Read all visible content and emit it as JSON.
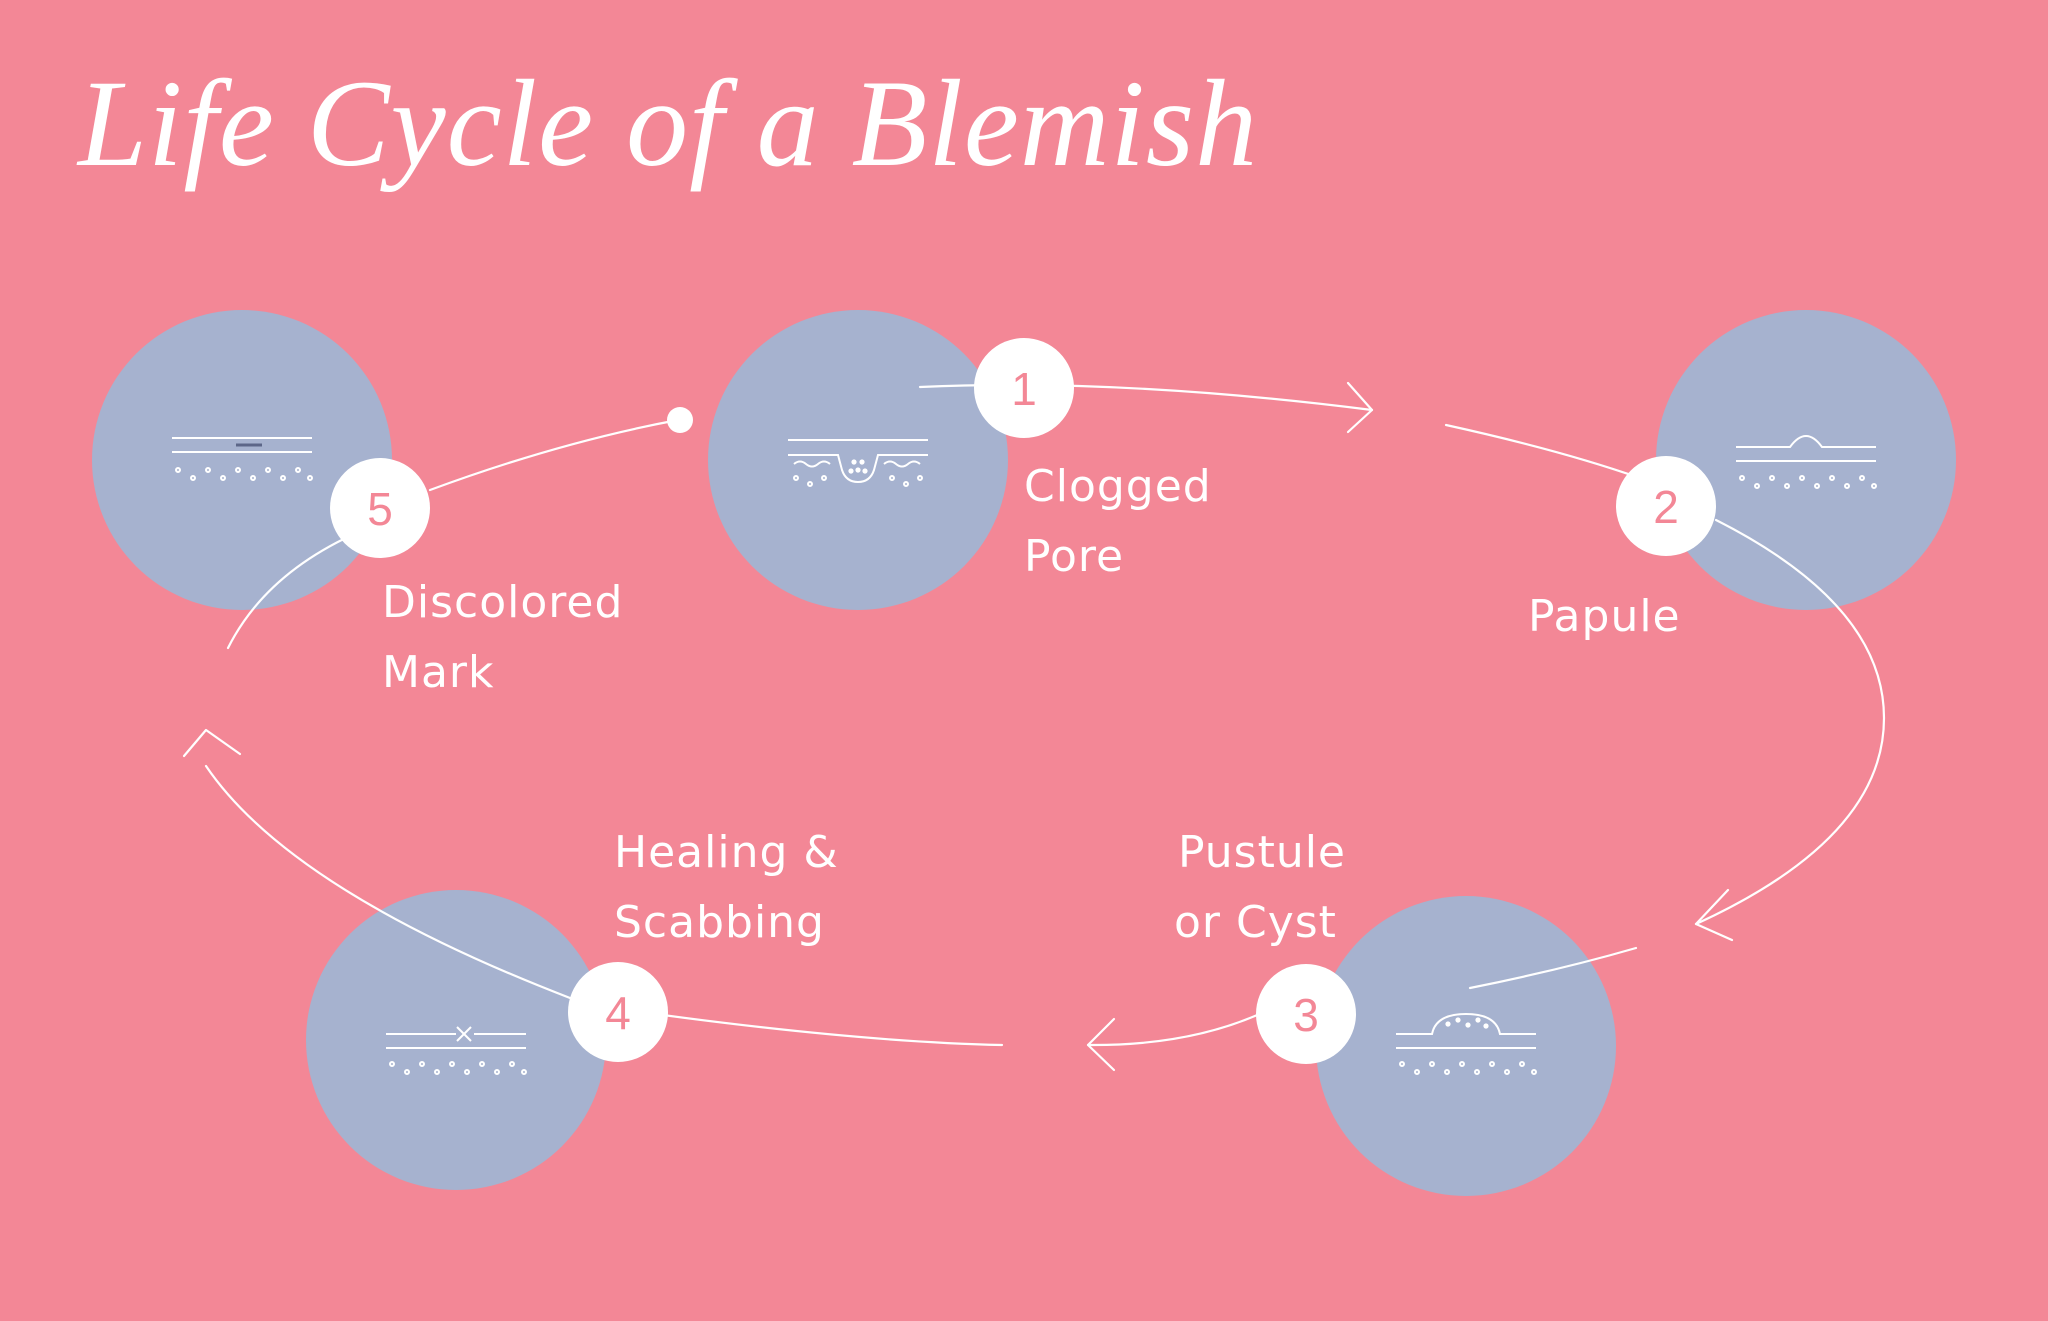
{
  "title": "Life Cycle of a Blemish",
  "colors": {
    "background": "#f38796",
    "circle": "#a6b2cf",
    "line": "#ffffff",
    "badge": "#ffffff",
    "badge_text": "#f38796"
  },
  "stages": [
    {
      "number": "1",
      "line1": "Clogged",
      "line2": "Pore"
    },
    {
      "number": "2",
      "line1": "Papule",
      "line2": ""
    },
    {
      "number": "3",
      "line1": "Pustule",
      "line2": "or Cyst"
    },
    {
      "number": "4",
      "line1": "Healing &",
      "line2": "Scabbing"
    },
    {
      "number": "5",
      "line1": "Discolored",
      "line2": "Mark"
    }
  ]
}
